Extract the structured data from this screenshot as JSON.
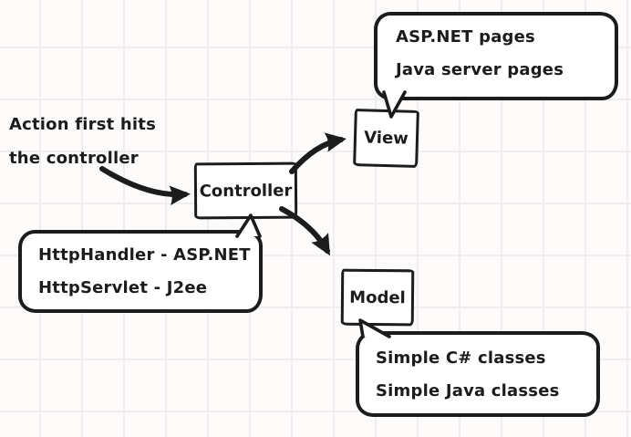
{
  "diagram": {
    "title_hint": "MVC pattern sketch",
    "annotation": {
      "line1": "Action first hits",
      "line2": "the controller"
    },
    "nodes": {
      "controller": {
        "label": "Controller"
      },
      "view": {
        "label": "View"
      },
      "model": {
        "label": "Model"
      }
    },
    "callouts": {
      "view": {
        "line1": "ASP.NET pages",
        "line2": "Java server pages"
      },
      "controller": {
        "line1": "HttpHandler - ASP.NET",
        "line2": "HttpServlet - J2ee"
      },
      "model": {
        "line1": "Simple C# classes",
        "line2": "Simple Java classes"
      }
    },
    "edges": [
      {
        "from": "annotation",
        "to": "controller",
        "style": "curved-arrow"
      },
      {
        "from": "controller",
        "to": "view",
        "style": "curved-arrow"
      },
      {
        "from": "controller",
        "to": "model",
        "style": "curved-arrow"
      }
    ],
    "colors": {
      "ink": "#1c1c1c",
      "paper": "#fcfbfa",
      "grid": "#f0edee"
    }
  }
}
